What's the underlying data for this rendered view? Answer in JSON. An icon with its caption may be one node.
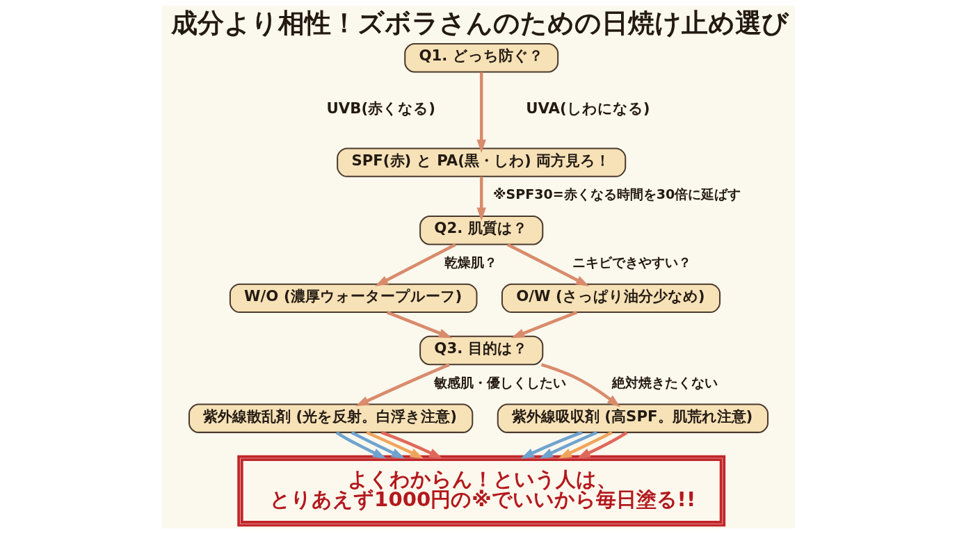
{
  "diagram": {
    "title": "成分より相性！ズボラさんのための日焼け止め選び",
    "nodes": [
      {
        "text": [
          "Q1. どっち防ぐ？"
        ]
      },
      {
        "text": [
          "SPF(赤) と PA(黒・しわ) 両方見ろ！"
        ]
      },
      {
        "text": [
          "Q2. 肌質は？"
        ]
      },
      {
        "text": [
          "W/O (濃厚ウォータープルーフ)"
        ]
      },
      {
        "text": [
          "O/W (さっぱり油分少なめ)"
        ]
      },
      {
        "text": [
          "Q3. 目的は？"
        ]
      },
      {
        "text": [
          "紫外線散乱剤 (光を反射。白浮き注意)"
        ]
      },
      {
        "text": [
          "紫外線吸収剤 (高SPF。肌荒れ注意)"
        ]
      },
      {
        "text": [
          "よくわからん！という人は、とりあえず1000円の※でいいから毎日塗る!!"
        ]
      }
    ],
    "edges": [
      {
        "from": 0,
        "to": 1,
        "arrow": "to"
      },
      {
        "from": 1,
        "to": 2,
        "arrow": "to",
        "label": "※SPF30=赤くなる時間を30倍に延ばす"
      },
      {
        "from": 2,
        "to": 3,
        "arrow": "to",
        "label": "乾燥肌？"
      },
      {
        "from": 2,
        "to": 4,
        "arrow": "to",
        "label": "ニキビできやすい？"
      },
      {
        "from": 3,
        "to": 5,
        "arrow": "to"
      },
      {
        "from": 4,
        "to": 5,
        "arrow": "to"
      },
      {
        "from": 5,
        "to": 6,
        "arrow": "to",
        "label": "敏感肌・優しくしたい"
      },
      {
        "from": 5,
        "to": 7,
        "arrow": "to",
        "label": "絶対焼きたくない"
      },
      {
        "from": 6,
        "to": 8,
        "arrow": "to",
        "color": "#6fa3cf"
      },
      {
        "from": 6,
        "to": 8,
        "arrow": "to",
        "color": "#6fa3cf"
      },
      {
        "from": 6,
        "to": 8,
        "arrow": "to",
        "color": "#f0a55c"
      },
      {
        "from": 6,
        "to": 8,
        "arrow": "to",
        "color": "#e0685a"
      },
      {
        "from": 7,
        "to": 8,
        "arrow": "to",
        "color": "#6fa3cf"
      },
      {
        "from": 7,
        "to": 8,
        "arrow": "to",
        "color": "#6fa3cf"
      },
      {
        "from": 7,
        "to": 8,
        "arrow": "to",
        "color": "#f0a55c"
      },
      {
        "from": 7,
        "to": 8,
        "arrow": "to",
        "color": "#e0685a"
      }
    ],
    "labels": [
      "UVB(赤くなる)",
      "UVA(しわになる)"
    ]
  }
}
